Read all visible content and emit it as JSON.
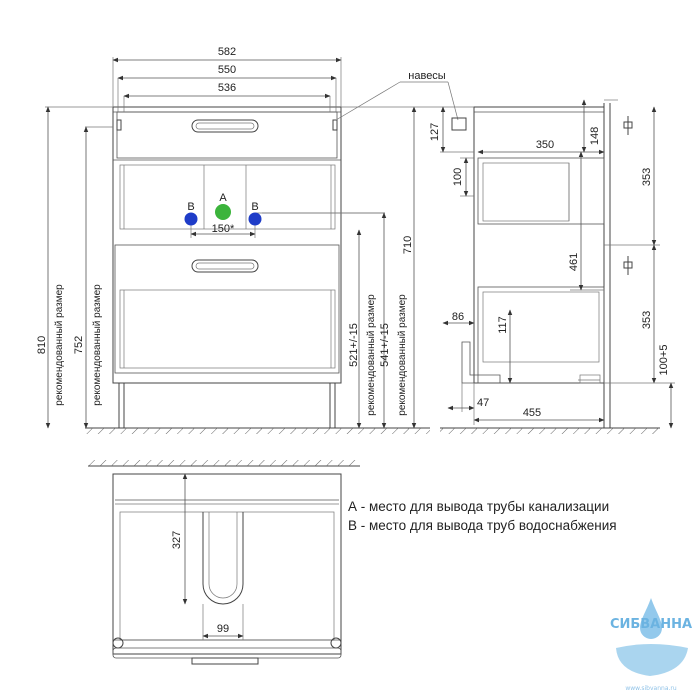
{
  "front": {
    "w582": "582",
    "w550": "550",
    "w536": "536",
    "d150": "150*",
    "label_a": "А",
    "label_b_left": "В",
    "label_b_right": "В",
    "h810": "810",
    "h752": "752",
    "rec1": "рекомендованный размер",
    "rec2": "рекомендованный размер",
    "h521": "521+/-15",
    "h541": "541+/-15",
    "rec3": "рекомендованный размер",
    "rec4": "рекомендованный размер",
    "h710": "710"
  },
  "side": {
    "hinges": "навесы",
    "d127": "127",
    "d100": "100",
    "d350": "350",
    "d148": "148",
    "d353a": "353",
    "d461": "461",
    "d86": "86",
    "d117": "117",
    "d353b": "353",
    "d100p5": "100+5",
    "d47": "47",
    "d455": "455"
  },
  "plan": {
    "d327": "327",
    "d99": "99"
  },
  "legend": {
    "a": "А - место для вывода трубы канализации",
    "b": "В - место для вывода труб водоснабжения"
  },
  "watermark": {
    "brand": "СИБВАННА",
    "url": "www.sibvanna.ru"
  },
  "colors": {
    "pipe_a": "#3cb43c",
    "pipe_b": "#1e3cc8",
    "logo": "#3a9ad8"
  }
}
